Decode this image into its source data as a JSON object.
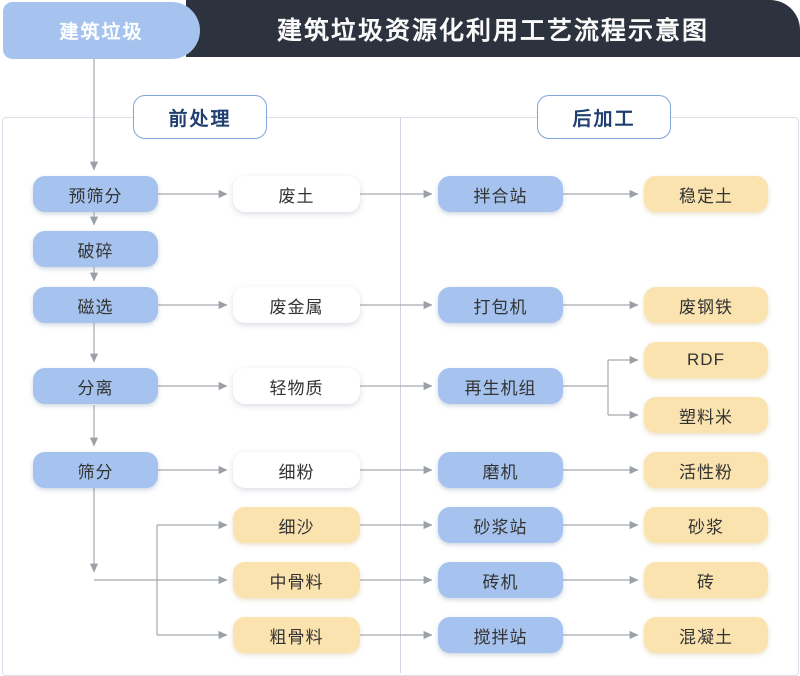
{
  "header": {
    "tab": "建筑垃圾",
    "title": "建筑垃圾资源化利用工艺流程示意图"
  },
  "sections": {
    "pre": "前处理",
    "post": "后加工"
  },
  "labels": {
    "pre_screening": "预筛分",
    "crushing": "破碎",
    "magnetic_separation": "磁选",
    "separation": "分离",
    "screening": "筛分",
    "waste_soil": "废土",
    "waste_metal": "废金属",
    "light_material": "轻物质",
    "fine_powder": "细粉",
    "fine_sand": "细沙",
    "medium_aggregate": "中骨料",
    "coarse_aggregate": "粗骨料",
    "mixing_plant": "拌合站",
    "baler": "打包机",
    "recycling_unit": "再生机组",
    "mill": "磨机",
    "mortar_plant": "砂浆站",
    "brick_machine": "砖机",
    "concrete_mixing_plant": "搅拌站",
    "stabilized_soil": "稳定土",
    "scrap_steel": "废钢铁",
    "rdf": "RDF",
    "plastic_pellets": "塑料米",
    "activated_powder": "活性粉",
    "mortar": "砂浆",
    "brick": "砖",
    "concrete": "混凝土"
  },
  "colors": {
    "header_bg": "#2c323e",
    "tab_bg": "#a6c3ef",
    "process_box": "#a6c3ef",
    "product_box": "#fae3af",
    "intermediate_box": "#ffffff",
    "section_text": "#1e3f70",
    "section_border": "#7ea6da",
    "connector": "#9aa0a6",
    "box_text": "#333333",
    "title_text": "#fafafa",
    "panel_border": "#dbdfe9",
    "divider": "#cfd4e2"
  }
}
